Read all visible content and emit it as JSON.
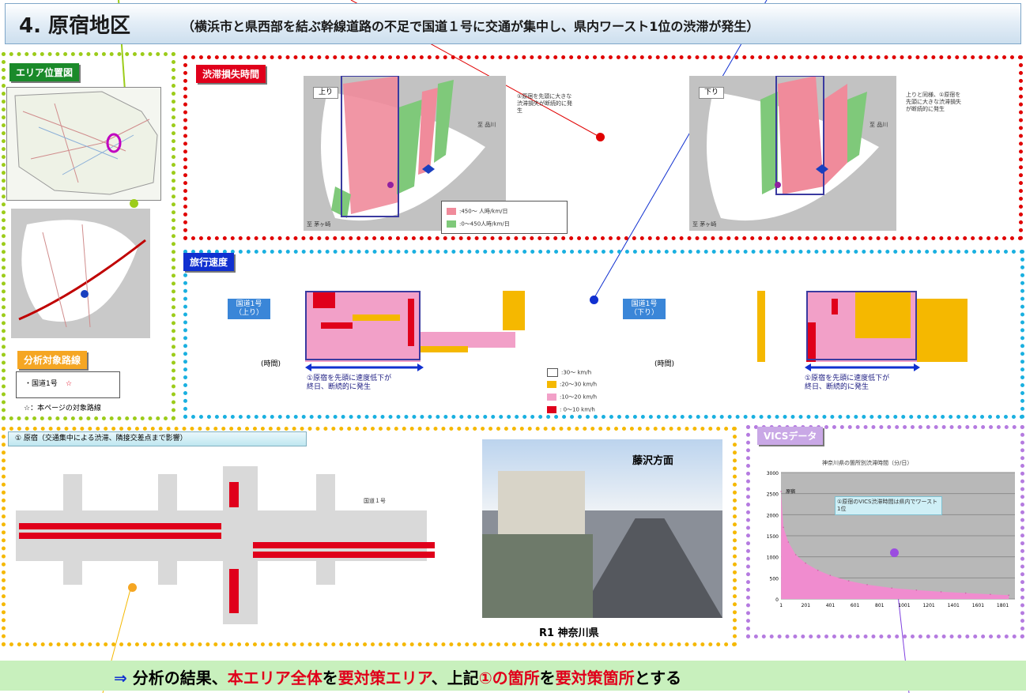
{
  "header": {
    "title": "4. 原宿地区",
    "subtitle": "（横浜市と県西部を結ぶ幹線道路の不足で国道１号に交通が集中し、県内ワースト1位の渋滞が発生）"
  },
  "area_map": {
    "label": "エリア位置図",
    "target_label": "分析対象路線",
    "route": "・国道1号",
    "route_mark": "☆",
    "footnote": "☆：本ページの対象路線"
  },
  "congestion_loss": {
    "label": "渋滞損失時間",
    "up_label": "上り",
    "down_label": "下り",
    "up_note": "①原宿を先頭に大きな渋滞損失が断続的に発生",
    "down_note": "上りと同様、①原宿を先頭に大きな渋滞損失が断続的に発生",
    "east_label": "至 品川",
    "west_label": "至 茅ヶ崎",
    "legend": [
      {
        "text": ":450～ 人時/km/日",
        "color": "#f08b9b"
      },
      {
        "text": ":0～450人時/km/日",
        "color": "#7fc97a"
      }
    ]
  },
  "travel_speed": {
    "label": "旅行速度",
    "up_route": "国道1号\n（上り）",
    "down_route": "国道1号\n（下り）",
    "time_axis": "(時間)",
    "up_note": "①原宿を先頭に速度低下が\n終日、断続的に発生",
    "down_note": "①原宿を先頭に速度低下が\n終日、断続的に発生",
    "legend": [
      {
        "text": ":30～ km/h",
        "color": "#ffffff"
      },
      {
        "text": ":20～30 km/h",
        "color": "#f5b800"
      },
      {
        "text": ":10～20 km/h",
        "color": "#f2a0c8"
      },
      {
        "text": ": 0～10 km/h",
        "color": "#e0001b"
      }
    ]
  },
  "harajuku": {
    "label": "① 原宿（交通集中による渋滞、隣接交差点まで影響）",
    "photo_caption_top": "藤沢方面",
    "photo_caption_bottom": "R1 神奈川県",
    "road_label": "国道１号"
  },
  "vics": {
    "label": "VICSデータ",
    "chart_title": "神奈川県の箇所別渋滞時間（分/日）",
    "callout": "①原宿のVICS渋滞時間は県内でワースト1位",
    "point_label": "原宿"
  },
  "conclusion": {
    "arrow": "⇒",
    "p1": "分析の結果、",
    "p2": "本エリア全体",
    "p3": "を",
    "p4": "要対策エリア",
    "p5": "、上記",
    "p6": "①の箇所",
    "p7": "を",
    "p8": "要対策箇所",
    "p9": "とする"
  },
  "colors": {
    "red_frame": "#e00000",
    "blue_frame": "#1ab0e0",
    "orange_frame": "#f5b800",
    "purple_frame": "#b57be0",
    "green_frame": "#9ccc1a",
    "accent_red": "#e0001b"
  },
  "chart_data": {
    "type": "area",
    "title": "神奈川県の箇所別渋滞時間（分/日）",
    "ylim": [
      0,
      3000
    ],
    "yticks": [
      0,
      500,
      1000,
      1500,
      2000,
      2500,
      3000
    ],
    "xticks": [
      1,
      201,
      401,
      601,
      801,
      1001,
      1201,
      1401,
      1601,
      1801
    ],
    "x": [
      1,
      20,
      60,
      120,
      200,
      300,
      400,
      550,
      700,
      900,
      1100,
      1300,
      1500,
      1700,
      1850
    ],
    "values": [
      2550,
      1700,
      1350,
      1050,
      850,
      680,
      560,
      430,
      340,
      260,
      210,
      170,
      140,
      110,
      90
    ]
  }
}
